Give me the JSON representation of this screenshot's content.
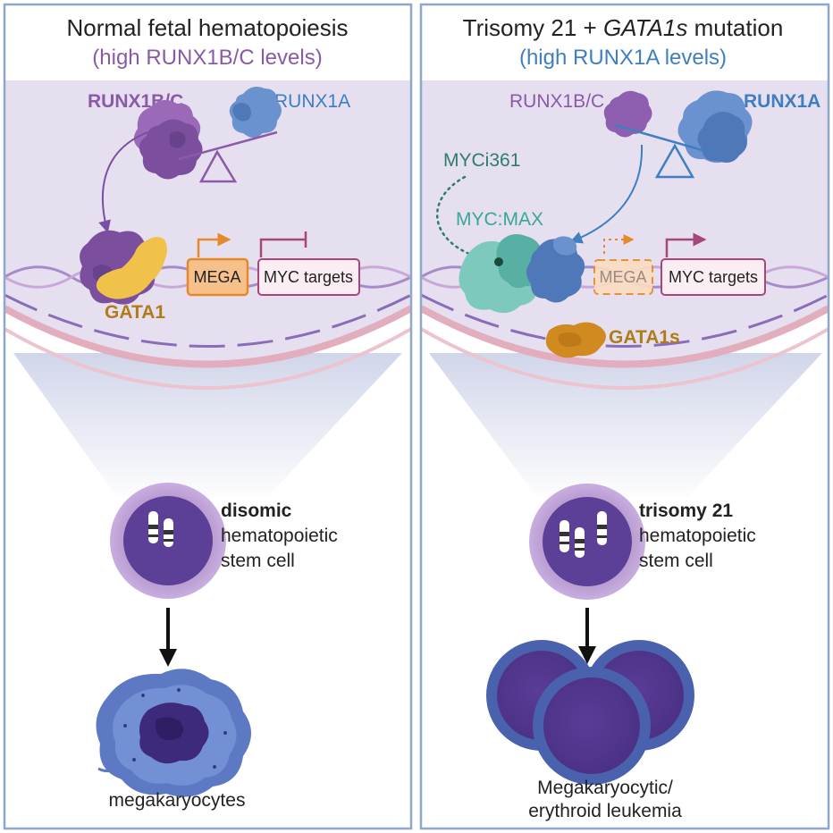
{
  "colors": {
    "panel_border": "#8fa8c8",
    "purple": "#8a5aa8",
    "blue": "#3f7ec0",
    "orange": "#e58a2a",
    "magenta": "#a8457a",
    "gold": "#b07c1a",
    "teal": "#3aa59a",
    "teal_dark": "#2e7d6a",
    "nucleus_fill": "#e6dff0",
    "membrane": "#e9b8c6",
    "cell_dark": "#5c3f97",
    "leukemia_blue": "#4a62ad"
  },
  "left": {
    "title": "Normal fetal hematopoiesis",
    "subtitle": "(high RUNX1B/C levels)",
    "runx1bc_label": "RUNX1B/C",
    "runx1a_label": "RUNX1A",
    "gata1_label": "GATA1",
    "mega_box": "MEGA",
    "myc_box": "MYC targets",
    "cell_bold": "disomic",
    "cell_line2": "hematopoietic",
    "cell_line3": "stem cell",
    "outcome": "megakaryocytes"
  },
  "right": {
    "title_part1": "Trisomy 21",
    "title_part2": "+",
    "title_italic": "GATA1s",
    "title_part3": "mutation",
    "subtitle": "(high RUNX1A levels)",
    "runx1bc_label": "RUNX1B/C",
    "runx1a_label": "RUNX1A",
    "inhibitor_label": "MYCi361",
    "complex_label": "MYC:MAX",
    "gata1s_label": "GATA1s",
    "mega_box": "MEGA",
    "myc_box": "MYC targets",
    "cell_bold": "trisomy 21",
    "cell_line2": "hematopoietic",
    "cell_line3": "stem cell",
    "outcome_line1": "Megakaryocytic/",
    "outcome_line2": "erythroid leukemia"
  }
}
